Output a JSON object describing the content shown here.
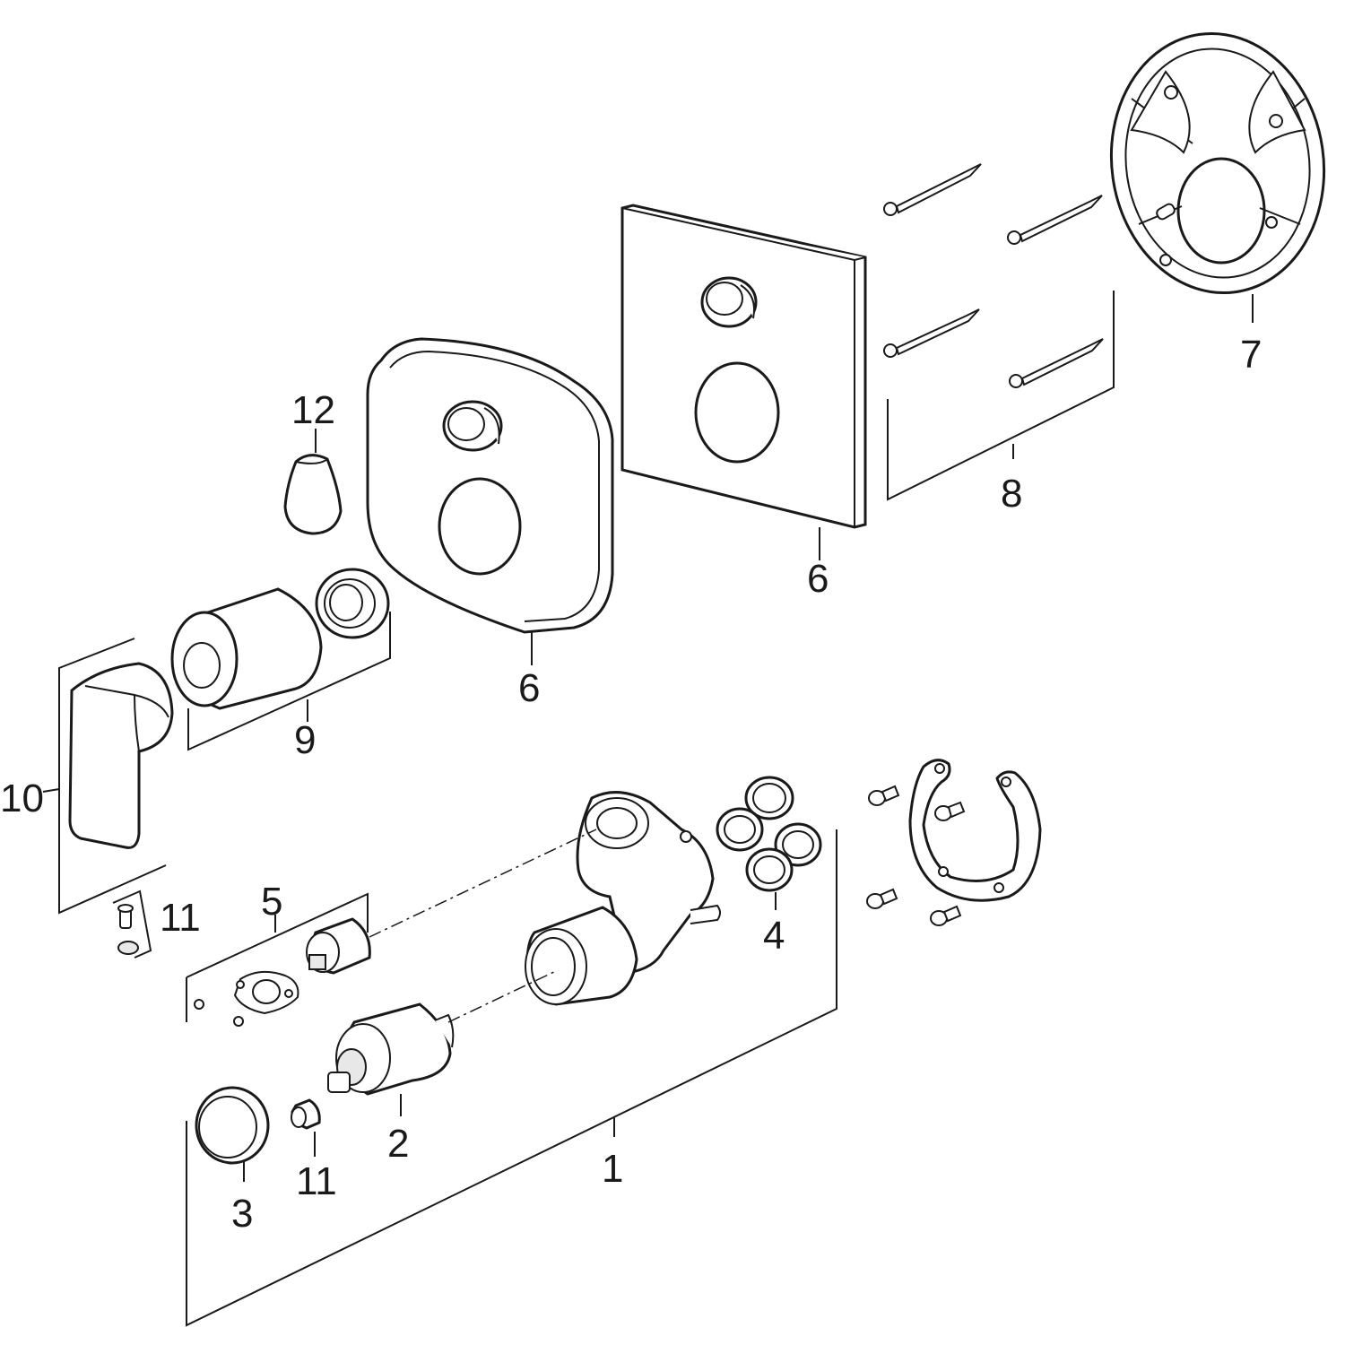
{
  "labels": {
    "l1": "1",
    "l2": "2",
    "l3": "3",
    "l4": "4",
    "l5": "5",
    "l6a": "6",
    "l6b": "6",
    "l7": "7",
    "l8": "8",
    "l9": "9",
    "l10": "10",
    "l11a": "11",
    "l11b": "11",
    "l12": "12"
  }
}
